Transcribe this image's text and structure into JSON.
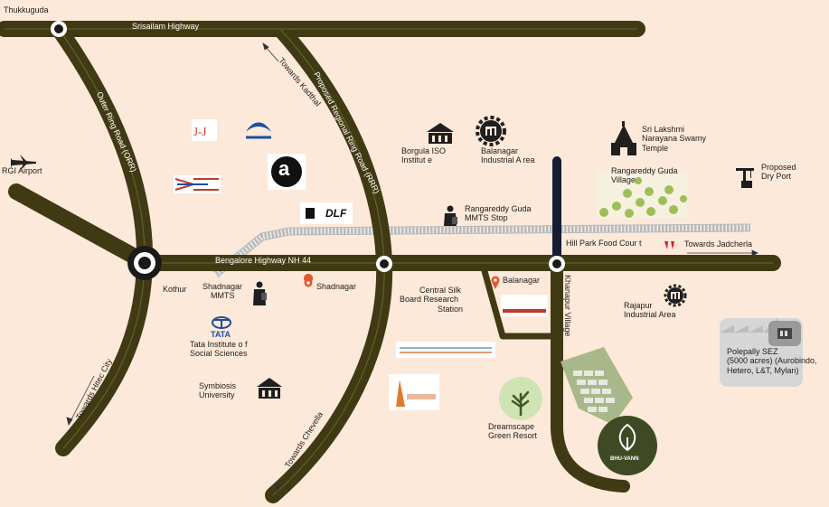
{
  "roads": {
    "srisailam_highway": "Srisailam Highway",
    "outer_ring_road": "Outer Ring Road (ORR)",
    "regional_ring_road": "Proposed Regional Ring Road (RRR)",
    "bengalore_highway": "Bengalore Highway NH 44",
    "khanapur_village": "Khanapur Village"
  },
  "directions": {
    "kadthal": "Towards Kadthal",
    "hitec_city": "Towards Hitec City",
    "chevella": "Towards Chevella",
    "jadcherla": "Towards Jadcherla"
  },
  "places": {
    "thukkuguda": "Thukkuguda",
    "rgi_airport": "RGI Airport",
    "kothur": "Kothur",
    "shadnagar_mmts": [
      "Shadnagar",
      "MMTS"
    ],
    "shadnagar": "Shadnagar",
    "balanagar": "Balanagar",
    "borgula": [
      "Borgula ISO",
      "Institut e"
    ],
    "balanagar_industrial": [
      "Balanagar",
      "Industrial A rea"
    ],
    "temple": [
      "Sri Lakshmi",
      "Narayana Swamy",
      "Temple"
    ],
    "rangareddy_village": [
      "Rangareddy Guda",
      "Village"
    ],
    "dry_port": [
      "Proposed",
      "Dry Port"
    ],
    "mmts_stop": [
      "Rangareddy Guda",
      "MMTS Stop"
    ],
    "hill_park": "Hill Park Food Cour t",
    "central_silk": [
      "Central Silk",
      "Board Research",
      "Station"
    ],
    "rajapur": [
      "Rajapur",
      "Industrial Area"
    ],
    "polepally": [
      "Polepally SEZ",
      "(5000 acres) (Aurobindo,",
      "Hetero, L&T, Mylan)"
    ],
    "tiss": [
      "Tata Institute o f",
      "Social Sciences"
    ],
    "symbiosis": [
      "Symbiosis",
      "University"
    ],
    "dreamscape": [
      "Dreamscape",
      "Green Resort"
    ]
  },
  "logos": {
    "tata": "TATA",
    "amazon": "a",
    "dlf": "DLF",
    "bhuvann": "BHU-VANN"
  },
  "colors": {
    "background": "#fde9d9",
    "road": "#3f3a14",
    "road_edge": "#6e6a2a",
    "rail": "#b9b9b9",
    "marker": "#e3552b",
    "resort": "#cfe3b5",
    "brand": "#3f4a24"
  }
}
